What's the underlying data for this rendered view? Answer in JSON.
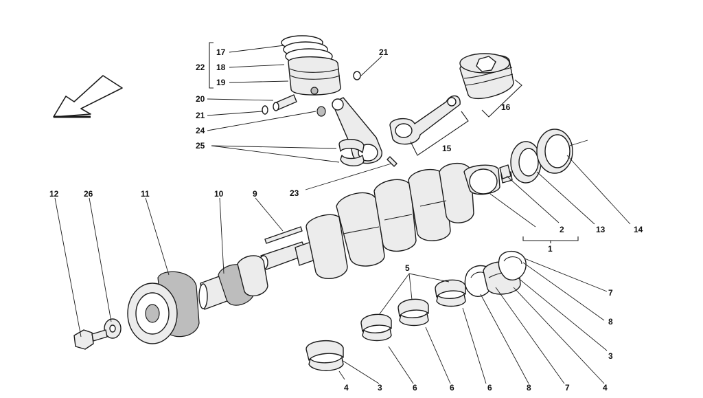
{
  "diagram": {
    "colors": {
      "line": "#1a1a1a",
      "part_fill": "#ececec",
      "shade": "#bdbdbd",
      "background": "#ffffff"
    },
    "direction_arrow_icon": "arrow-down-left-icon",
    "labels": {
      "l1": "1",
      "l2": "2",
      "l3a": "3",
      "l3b": "3",
      "l4a": "4",
      "l4b": "4",
      "l5": "5",
      "l6a": "6",
      "l6b": "6",
      "l6c": "6",
      "l7a": "7",
      "l7b": "7",
      "l8a": "8",
      "l8b": "8",
      "l9": "9",
      "l10": "10",
      "l11": "11",
      "l12": "12",
      "l13": "13",
      "l14": "14",
      "l15": "15",
      "l16": "16",
      "l17": "17",
      "l18": "18",
      "l19": "19",
      "l20": "20",
      "l21a": "21",
      "l21b": "21",
      "l22": "22",
      "l23": "23",
      "l24": "24",
      "l25": "25",
      "l26": "26"
    }
  }
}
